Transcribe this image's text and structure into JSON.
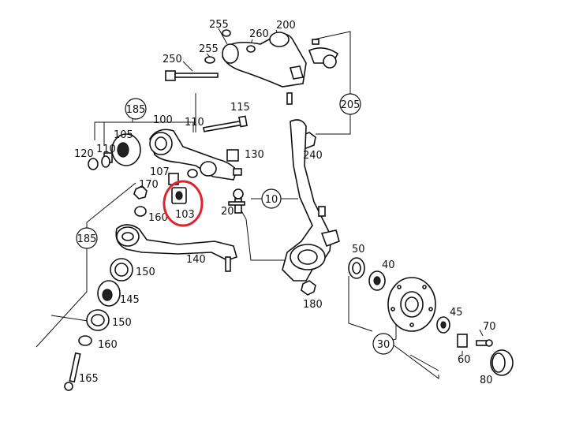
{
  "labels": {
    "l255a": "255",
    "l200": "200",
    "l260": "260",
    "l255b": "255",
    "l250": "250",
    "l205": "205",
    "l185a": "185",
    "l115": "115",
    "l100": "100",
    "l110a": "110",
    "l105": "105",
    "l130": "130",
    "l240": "240",
    "l120": "120",
    "l110b": "110",
    "l107": "107",
    "l170": "170",
    "l103": "103",
    "l10": "10",
    "l20": "20",
    "l160a": "160",
    "l185b": "185",
    "l140": "140",
    "l50": "50",
    "l40": "40",
    "l150a": "150",
    "l145": "145",
    "l180": "180",
    "l150b": "150",
    "l45": "45",
    "l70": "70",
    "l160b": "160",
    "l30": "30",
    "l60": "60",
    "l165": "165",
    "l80": "80"
  },
  "highlight": {
    "color": "#e0242b",
    "part": "103"
  }
}
